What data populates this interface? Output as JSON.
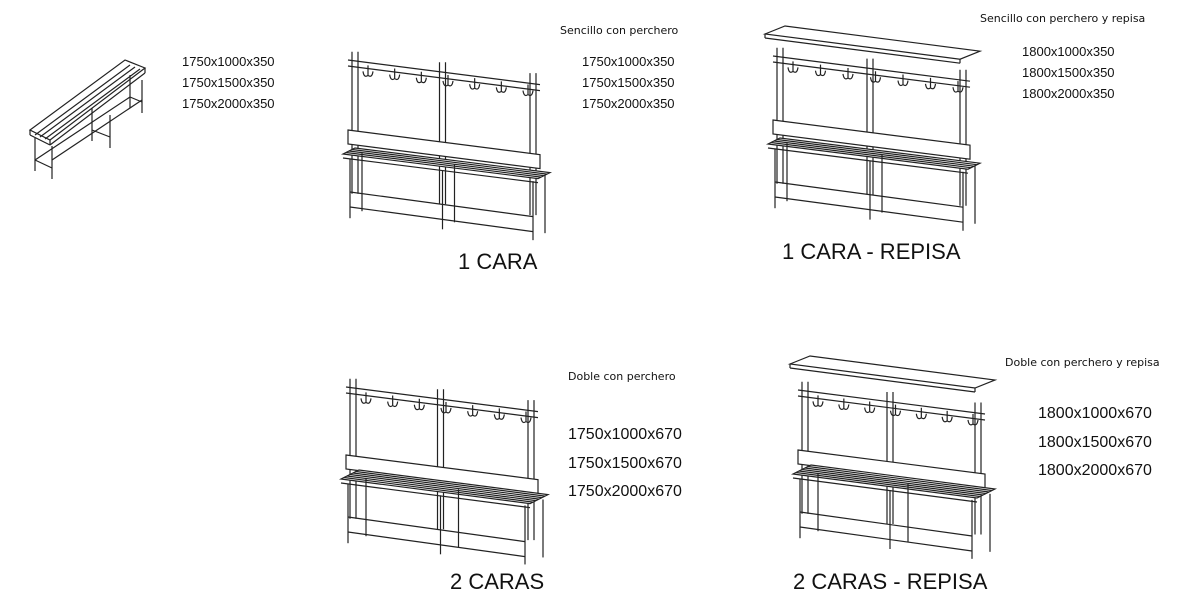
{
  "products": [
    {
      "id": "simple",
      "caption": "",
      "label": "",
      "sizes": [
        "1750x1000x350",
        "1750x1500x350",
        "1750x2000x350"
      ]
    },
    {
      "id": "1-cara",
      "caption": "Sencillo con perchero",
      "label": "1 CARA",
      "sizes": [
        "1750x1000x350",
        "1750x1500x350",
        "1750x2000x350"
      ]
    },
    {
      "id": "1-cara-repisa",
      "caption": "Sencillo  con perchero y repisa",
      "label": "1 CARA - REPISA",
      "sizes": [
        "1800x1000x350",
        "1800x1500x350",
        "1800x2000x350"
      ]
    },
    {
      "id": "2-caras",
      "caption": "Doble con perchero",
      "label": "2 CARAS",
      "sizes": [
        "1750x1000x670",
        "1750x1500x670",
        "1750x2000x670"
      ]
    },
    {
      "id": "2-caras-repisa",
      "caption": "Doble con perchero  y repisa",
      "label": "2 CARAS - REPISA",
      "sizes": [
        "1800x1000x670",
        "1800x1500x670",
        "1800x2000x670"
      ]
    }
  ]
}
